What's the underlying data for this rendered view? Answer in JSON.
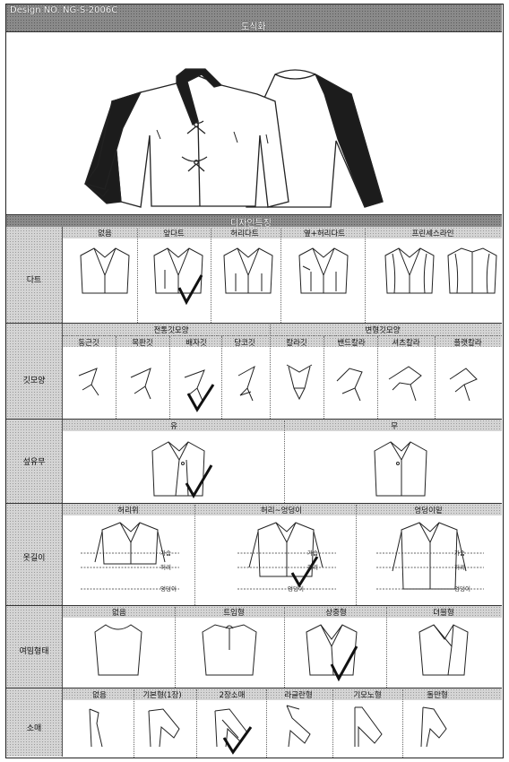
{
  "design_no": "Design NO. NG-S-2006C",
  "illustration_title": "도식화",
  "features_title": "디자인특징",
  "rows": {
    "dart": {
      "label": "다트",
      "options": [
        "없음",
        "앞다트",
        "허리다트",
        "옆+허리다트",
        "프린세스라인"
      ],
      "checked": "앞다트"
    },
    "collar": {
      "label": "깃모양",
      "group_traditional": "전통깃모양",
      "group_modified": "변형깃모양",
      "options": [
        "동근깃",
        "목판깃",
        "배자깃",
        "당코깃",
        "칼라깃",
        "밴드칼라",
        "셔츠칼라",
        "플랫칼라"
      ],
      "checked": "배자깃"
    },
    "seop": {
      "label": "섶유무",
      "options": [
        "유",
        "무"
      ],
      "checked": "유"
    },
    "length": {
      "label": "옷길이",
      "options": [
        "허리위",
        "허리~엉덩이",
        "엉덩이밑"
      ],
      "checked": "허리~엉덩이",
      "guide_labels": [
        "가슴",
        "허리",
        "엉덩이"
      ]
    },
    "closure": {
      "label": "여밈형태",
      "options": [
        "없음",
        "트임형",
        "상중형",
        "더블형"
      ],
      "checked": "상중형"
    },
    "sleeve": {
      "label": "소매",
      "options": [
        "없음",
        "기본형(1장)",
        "2장소매",
        "라글란형",
        "기모노형",
        "돌만형"
      ],
      "checked": "2장소매"
    }
  }
}
